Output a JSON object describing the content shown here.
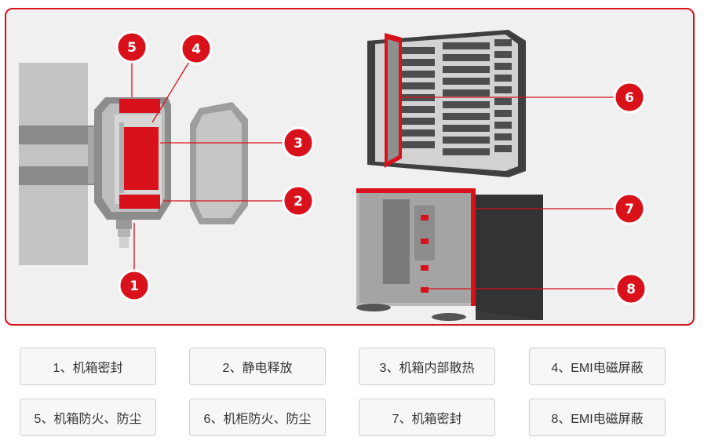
{
  "colors": {
    "accent": "#d8111b",
    "panel_bg": "#f0f0f0",
    "button_bg": "#f7f7f7"
  },
  "callouts": [
    "1",
    "2",
    "3",
    "4",
    "5",
    "6",
    "7",
    "8"
  ],
  "buttons": [
    "1、机箱密封",
    "2、静电释放",
    "3、机箱内部散热",
    "4、EMI电磁屏蔽",
    "5、机箱防火、防尘",
    "6、机柜防火、防尘",
    "7、机箱密封",
    "8、EMI电磁屏蔽"
  ]
}
